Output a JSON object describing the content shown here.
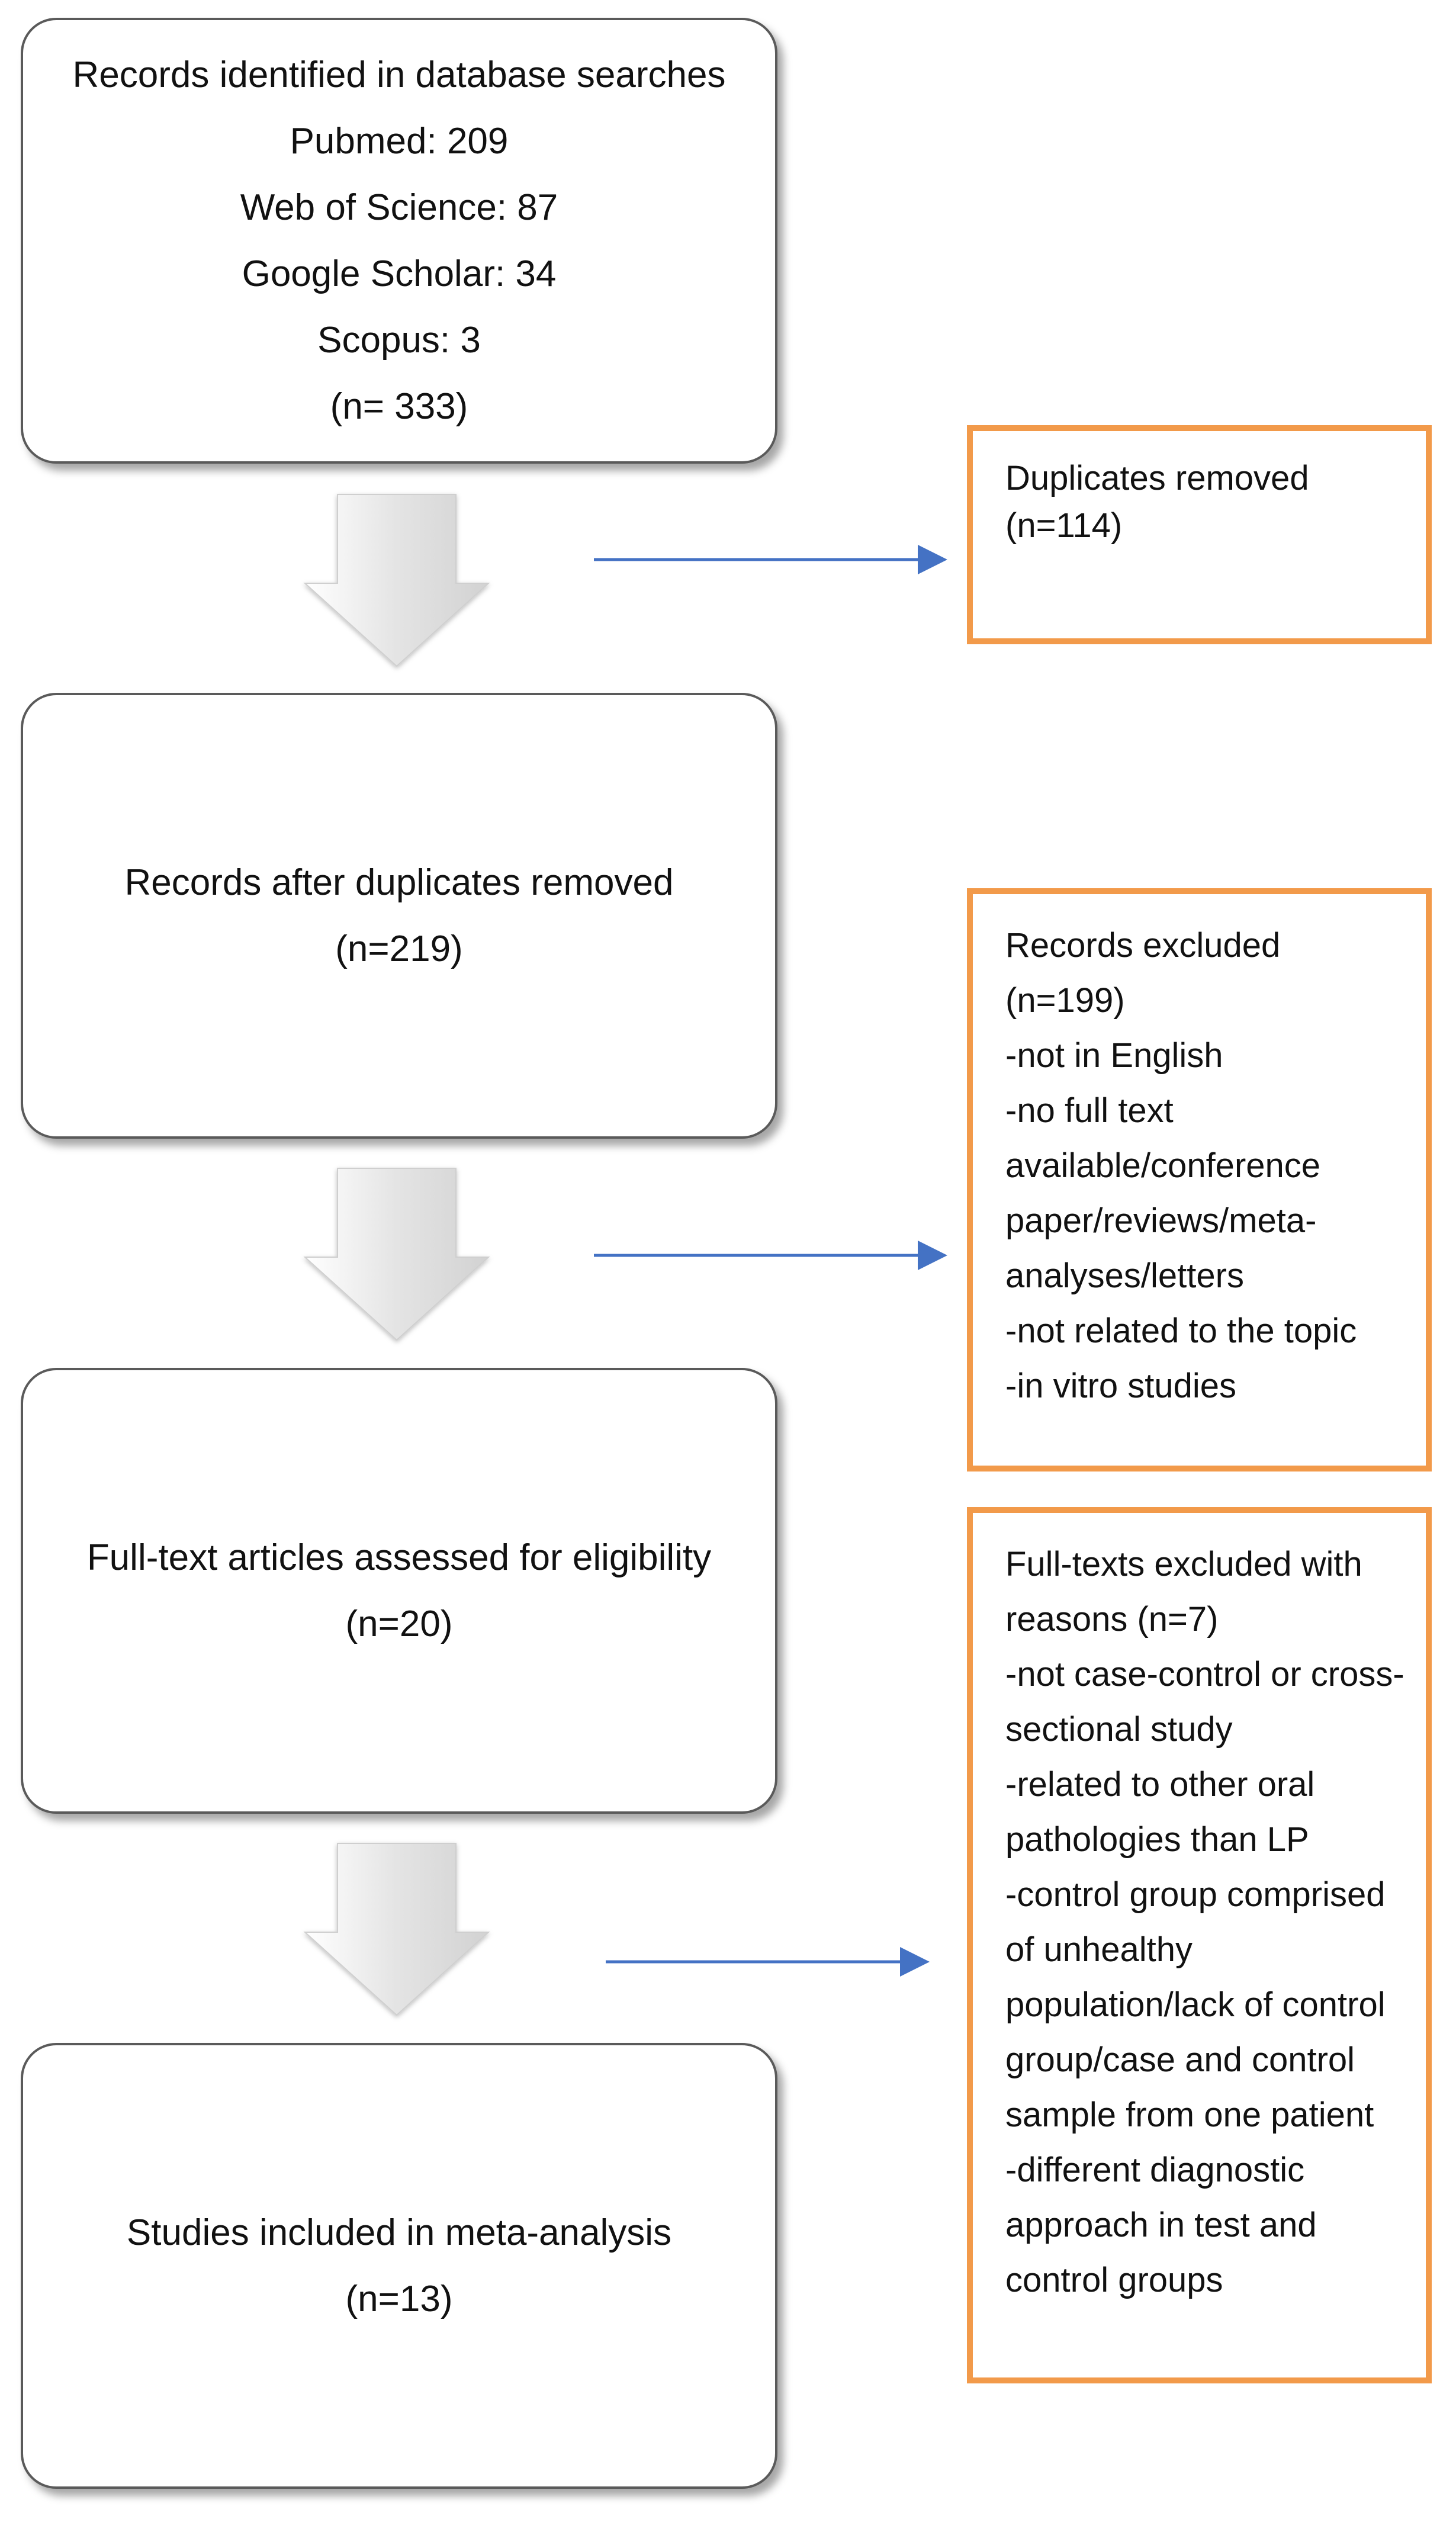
{
  "stages": [
    {
      "lines": [
        "Records identified in database searches",
        "Pubmed: 209",
        "Web of Science: 87",
        "Google Scholar: 34",
        "Scopus: 3",
        "(n= 333)"
      ]
    },
    {
      "lines": [
        "Records after duplicates removed",
        "(n=219)"
      ]
    },
    {
      "lines": [
        "Full-text articles assessed for eligibility",
        "(n=20)"
      ]
    },
    {
      "lines": [
        "Studies included in meta-analysis",
        "(n=13)"
      ]
    }
  ],
  "exclusions": [
    {
      "lines": [
        "Duplicates removed",
        "(n=114)"
      ]
    },
    {
      "lines": [
        "Records excluded",
        "(n=199)",
        "-not in English",
        "-no full text",
        "available/conference",
        "paper/reviews/meta-",
        "analyses/letters",
        "-not related to the topic",
        "-in vitro studies"
      ]
    },
    {
      "lines": [
        "Full-texts excluded with",
        "reasons (n=7)",
        "-not case-control or cross-",
        "sectional study",
        "-related to other oral",
        "pathologies than LP",
        "-control group comprised",
        "of unhealthy",
        "population/lack of control",
        "group/case and control",
        "sample from one patient",
        "-different diagnostic",
        "approach in test and",
        "control groups"
      ]
    }
  ],
  "colors": {
    "stage_border": "#5a5a5a",
    "exclusion_border": "#f29a4a",
    "connector_arrow": "#4472c4",
    "down_arrow_fill": "#e6e6e6"
  }
}
